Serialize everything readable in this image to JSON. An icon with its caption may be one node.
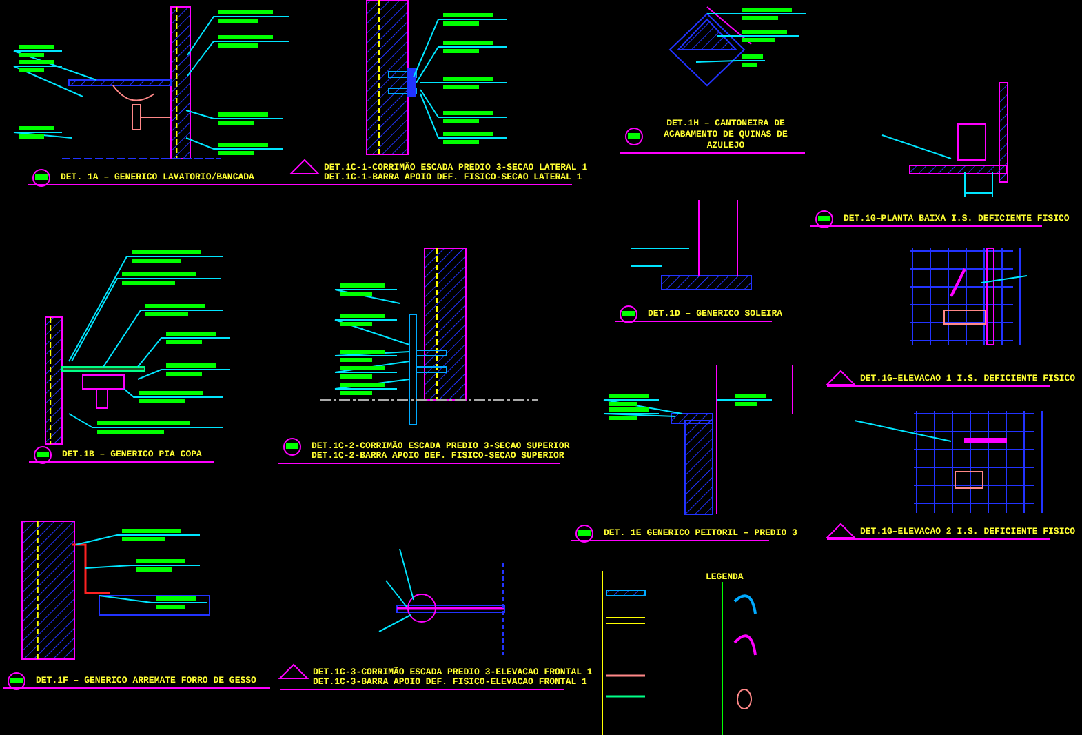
{
  "diagram": {
    "labels": [
      "DET. 1A – GENERICO LAVATORIO/BANCADA",
      "DET.1C-1-CORRIMÃO ESCADA PREDIO 3-SECAO LATERAL 1",
      "DET.1C-1-BARRA APOIO DEF. FISICO-SECAO LATERAL 1",
      "DET.1H – CANTONEIRA DE ACABAMENTO DE QUINAS DE AZULEJO",
      "DET.1G–PLANTA BAIXA I.S. DEFICIENTE FISICO",
      "DET.1B – GENERICO PIA COPA",
      "DET.1C-2-CORRIMÃO ESCADA PREDIO 3-SECAO SUPERIOR",
      "DET.1C-2-BARRA APOIO DEF. FISICO-SECAO SUPERIOR",
      "DET.1D – GENERICO SOLEIRA",
      "DET.1G–ELEVACAO 1 I.S. DEFICIENTE FISICO",
      "DET. 1E GENERICO PEITORIL – PREDIO 3",
      "DET.1G–ELEVACAO 2 I.S. DEFICIENTE FISICO",
      "DET.1F – GENERICO ARREMATE FORRO DE GESSO",
      "DET.1C-3-CORRIMÃO ESCADA PREDIO 3-ELEVACAO FRONTAL 1",
      "DET.1C-3-BARRA APOIO DEF. FISICO-ELEVACAO FRONTAL 1",
      "LEGENDA"
    ]
  }
}
